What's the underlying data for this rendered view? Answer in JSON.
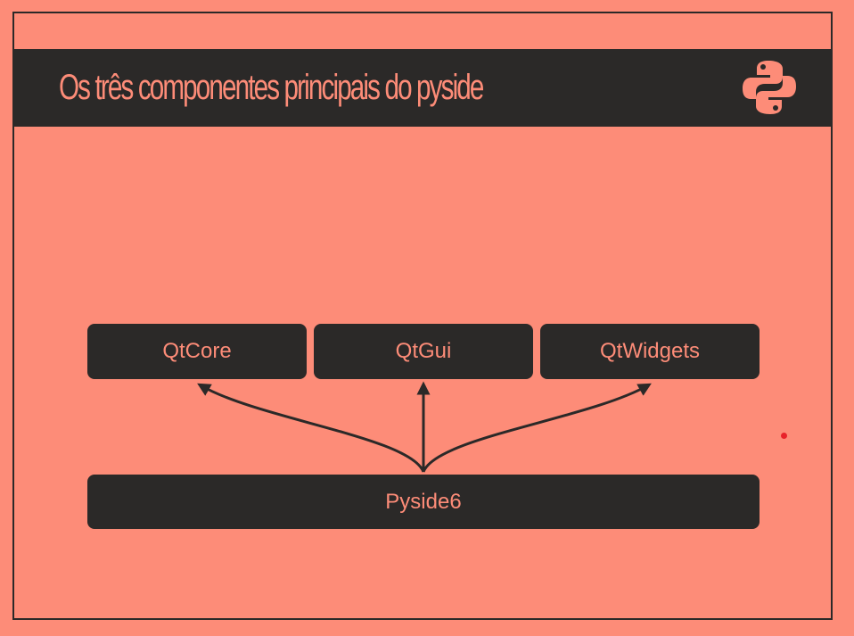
{
  "slide": {
    "title": "Os três componentes principais do pyside"
  },
  "diagram": {
    "modules": [
      "QtCore",
      "QtGui",
      "QtWidgets"
    ],
    "base": "Pyside6"
  },
  "icons": {
    "logo": "python-logo-icon"
  },
  "colors": {
    "background": "#fd8c78",
    "dark": "#2b2928",
    "pointer_dot": "#e8222a"
  }
}
